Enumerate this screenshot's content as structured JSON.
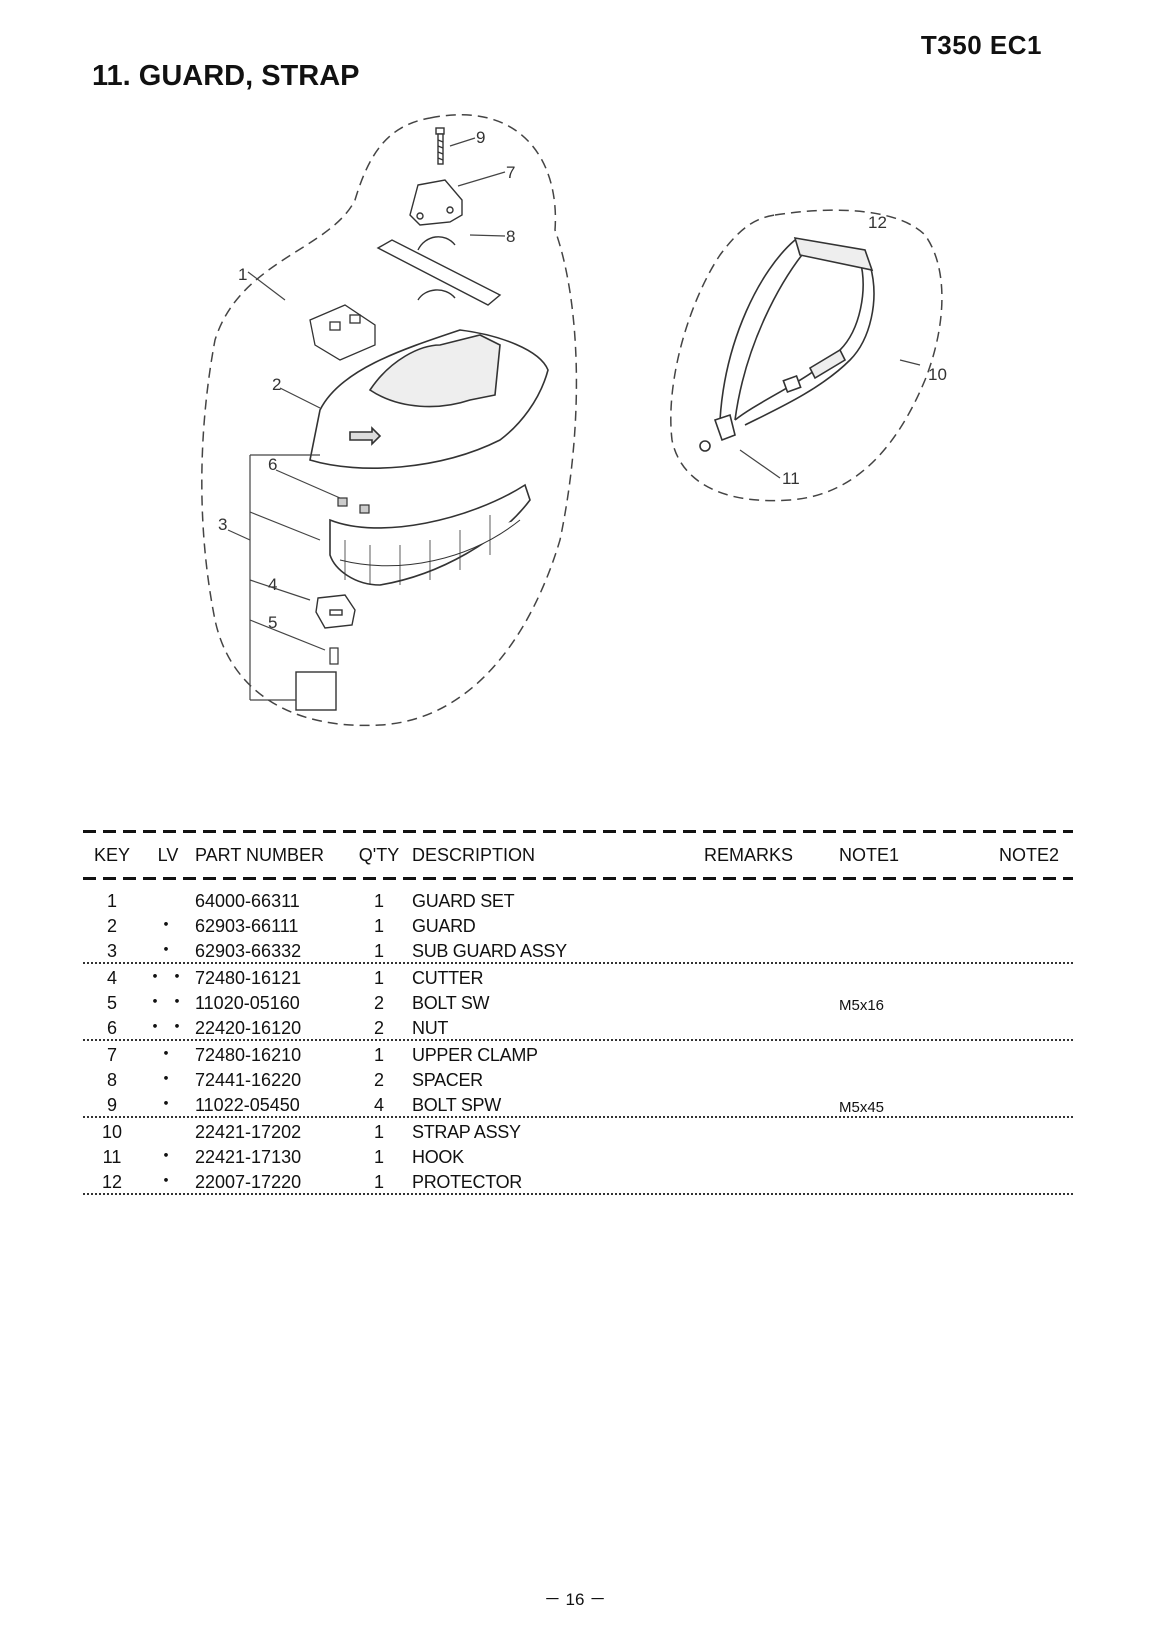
{
  "model": "T350 EC1",
  "section_title": "11. GUARD, STRAP",
  "callouts": {
    "c1": "1",
    "c2": "2",
    "c3": "3",
    "c4": "4",
    "c5": "5",
    "c6": "6",
    "c7": "7",
    "c8": "8",
    "c9": "9",
    "c10": "10",
    "c11": "11",
    "c12": "12"
  },
  "table": {
    "headers": {
      "key": "KEY",
      "lv": "LV",
      "part_number": "PART NUMBER",
      "qty": "Q'TY",
      "description": "DESCRIPTION",
      "remarks": "REMARKS",
      "note1": "NOTE1",
      "note2": "NOTE2"
    },
    "rows": [
      {
        "key": "1",
        "lv": "",
        "part_number": "64000-66311",
        "qty": "1",
        "description": "GUARD SET",
        "remarks": "",
        "note1": "",
        "note2": ""
      },
      {
        "key": "2",
        "lv": "・",
        "part_number": "62903-66111",
        "qty": "1",
        "description": "GUARD",
        "remarks": "",
        "note1": "",
        "note2": ""
      },
      {
        "key": "3",
        "lv": "・",
        "part_number": "62903-66332",
        "qty": "1",
        "description": "SUB GUARD ASSY",
        "remarks": "",
        "note1": "",
        "note2": ""
      },
      {
        "key": "4",
        "lv": "・・",
        "part_number": "72480-16121",
        "qty": "1",
        "description": "CUTTER",
        "remarks": "",
        "note1": "",
        "note2": ""
      },
      {
        "key": "5",
        "lv": "・・",
        "part_number": "11020-05160",
        "qty": "2",
        "description": "BOLT SW",
        "remarks": "",
        "note1": "M5x16",
        "note2": ""
      },
      {
        "key": "6",
        "lv": "・・",
        "part_number": "22420-16120",
        "qty": "2",
        "description": "NUT",
        "remarks": "",
        "note1": "",
        "note2": ""
      },
      {
        "key": "7",
        "lv": "・",
        "part_number": "72480-16210",
        "qty": "1",
        "description": "UPPER CLAMP",
        "remarks": "",
        "note1": "",
        "note2": ""
      },
      {
        "key": "8",
        "lv": "・",
        "part_number": "72441-16220",
        "qty": "2",
        "description": "SPACER",
        "remarks": "",
        "note1": "",
        "note2": ""
      },
      {
        "key": "9",
        "lv": "・",
        "part_number": "11022-05450",
        "qty": "4",
        "description": "BOLT SPW",
        "remarks": "",
        "note1": "M5x45",
        "note2": ""
      },
      {
        "key": "10",
        "lv": "",
        "part_number": "22421-17202",
        "qty": "1",
        "description": "STRAP ASSY",
        "remarks": "",
        "note1": "",
        "note2": ""
      },
      {
        "key": "11",
        "lv": "・",
        "part_number": "22421-17130",
        "qty": "1",
        "description": "HOOK",
        "remarks": "",
        "note1": "",
        "note2": ""
      },
      {
        "key": "12",
        "lv": "・",
        "part_number": "22007-17220",
        "qty": "1",
        "description": "PROTECTOR",
        "remarks": "",
        "note1": "",
        "note2": ""
      }
    ]
  },
  "page_number": "－ 16 －"
}
